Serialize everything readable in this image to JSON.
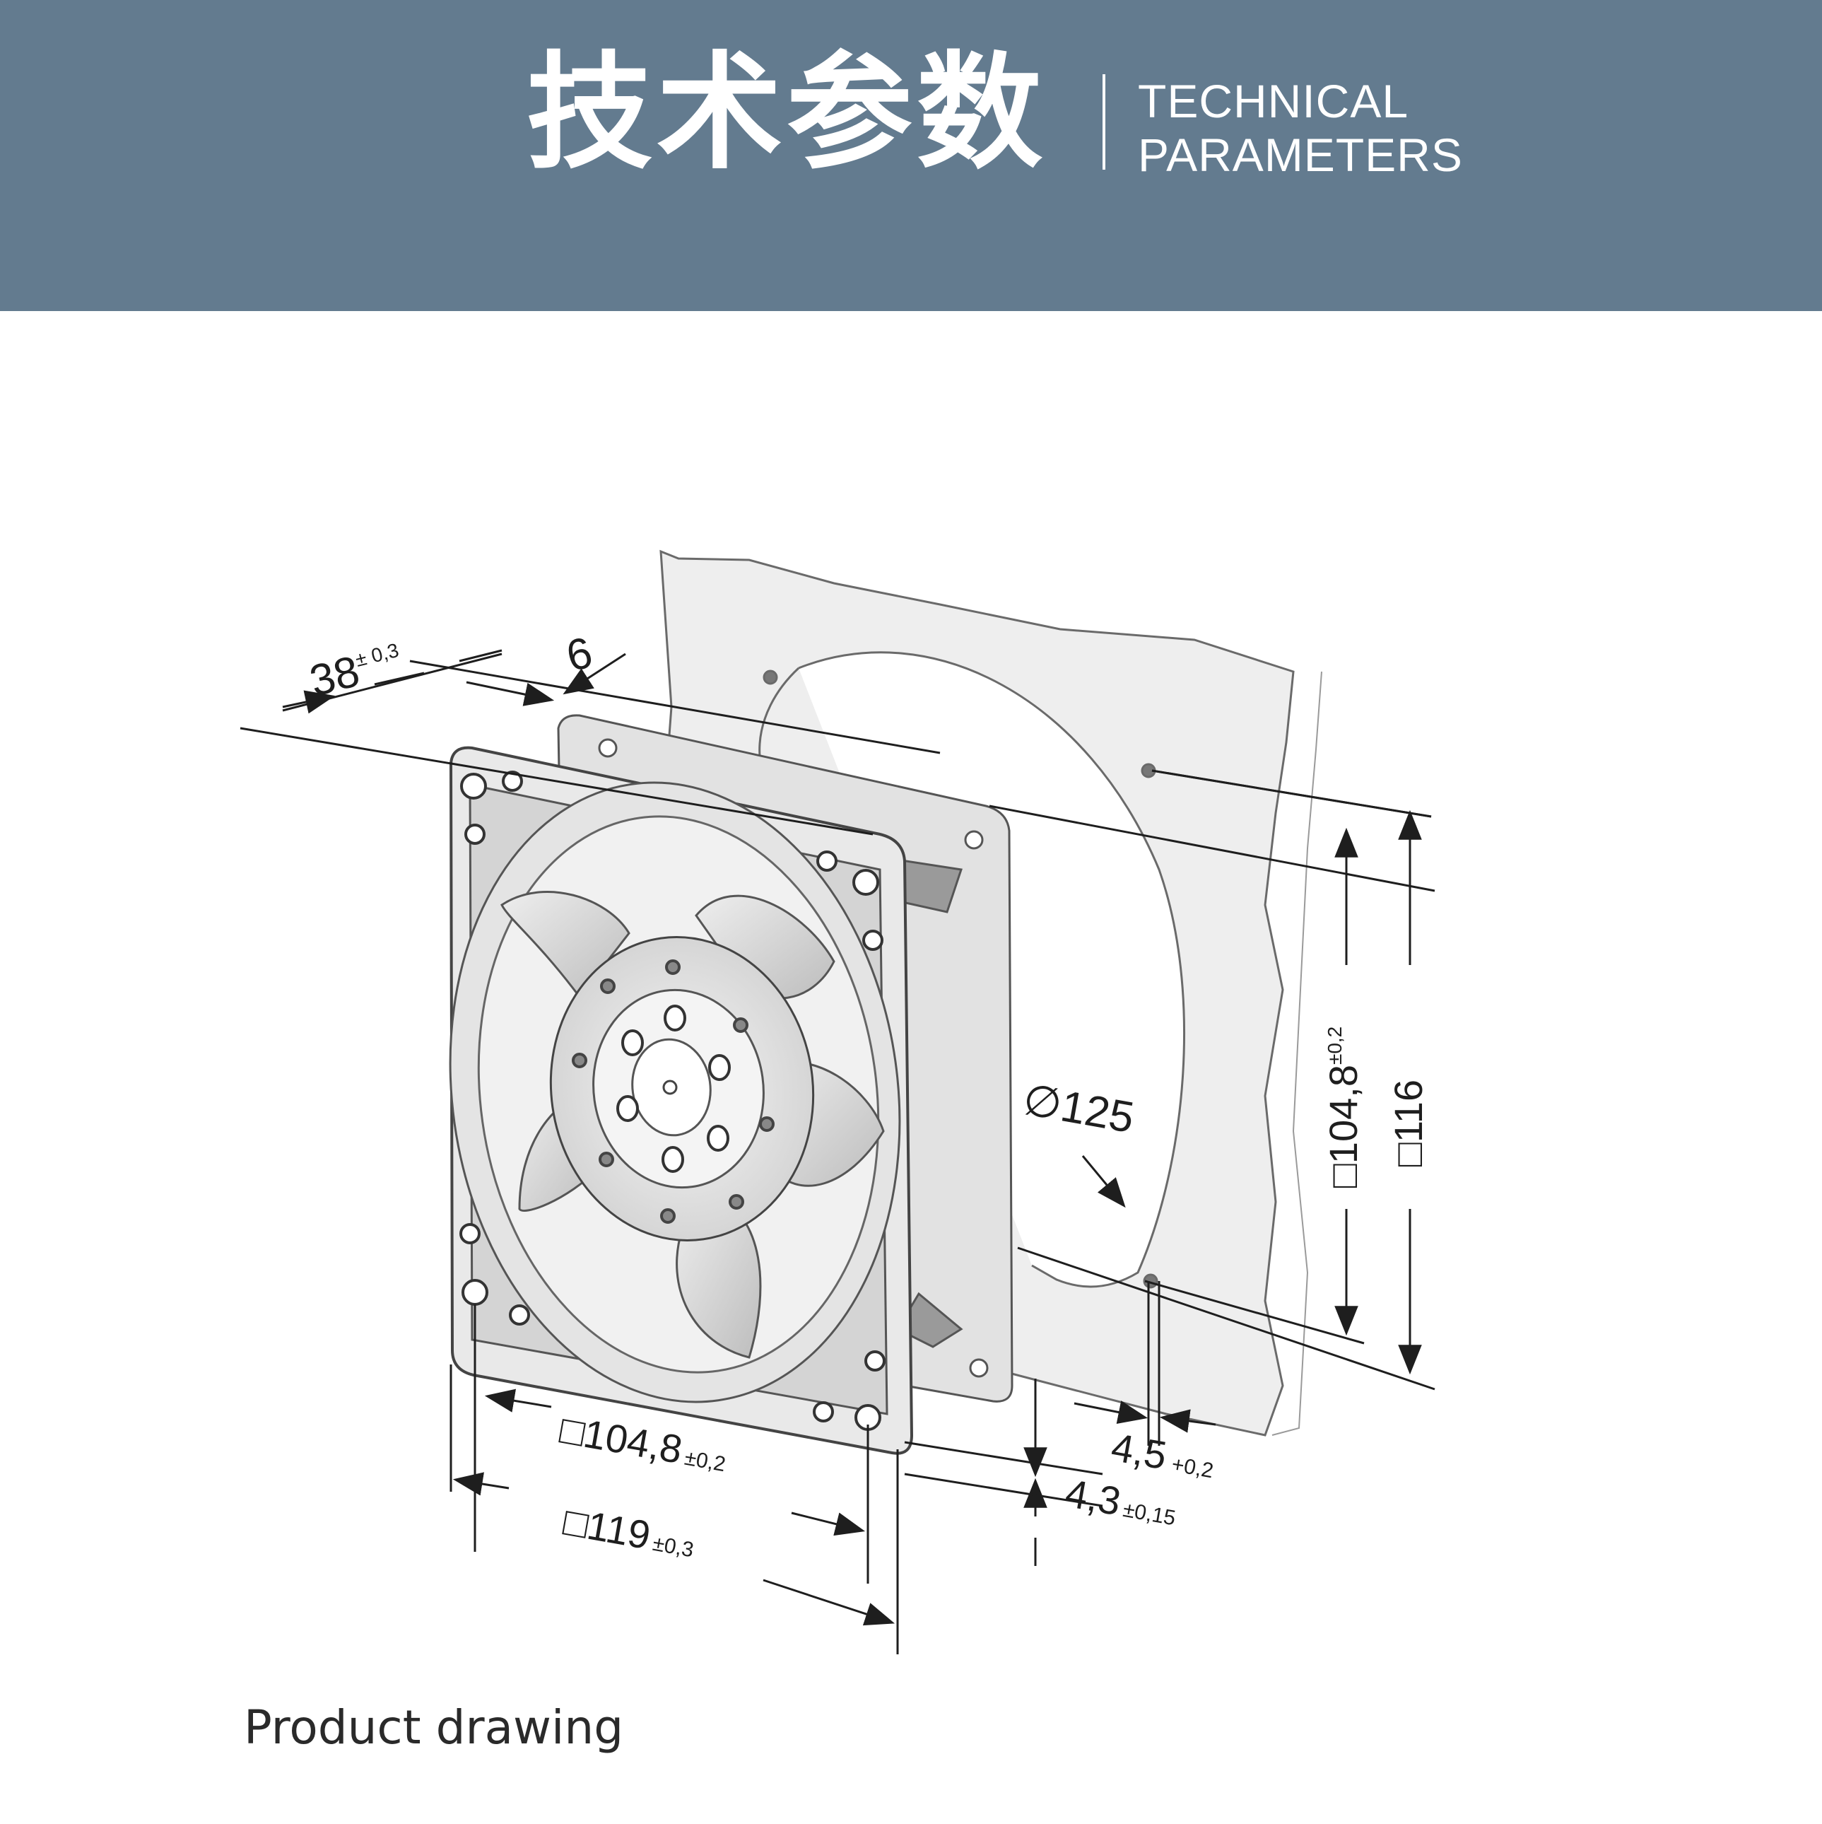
{
  "header": {
    "title_cn": "技术参数",
    "title_en_line1": "TECHNICAL",
    "title_en_line2": "PARAMETERS",
    "background": "#637b8f"
  },
  "drawing": {
    "dim_depth": "38",
    "dim_depth_tol": "± 0,3",
    "dim_flange": "6",
    "dim_diameter": "∅125",
    "dim_hole_spacing_v": "□104,8",
    "dim_hole_spacing_v_tol": "±0,2",
    "dim_outer_v": "□116",
    "dim_hole_spacing_h": "□104,8",
    "dim_hole_spacing_h_tol": "±0,2",
    "dim_outer_h": "□119",
    "dim_outer_h_tol": "±0,3",
    "dim_45": "4,5",
    "dim_45_tol": "+0,2",
    "dim_43": "4,3",
    "dim_43_tol": "±0,15"
  },
  "caption": "Product drawing"
}
